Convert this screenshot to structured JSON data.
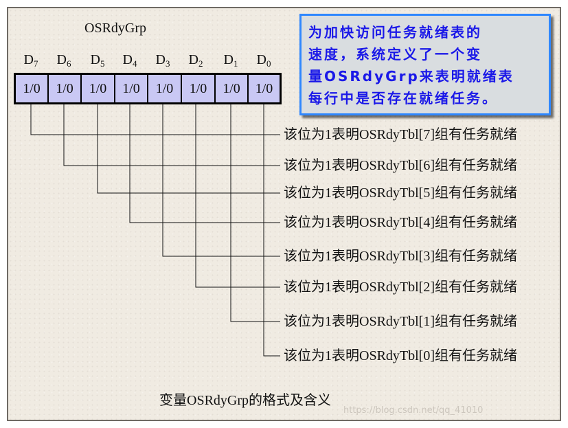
{
  "register": {
    "name": "OSRdyGrp",
    "bits": [
      {
        "label": "D",
        "sub": "7",
        "value": "1/0",
        "desc": "该位为1表明OSRdyTbl[7]组有任务就绪"
      },
      {
        "label": "D",
        "sub": "6",
        "value": "1/0",
        "desc": "该位为1表明OSRdyTbl[6]组有任务就绪"
      },
      {
        "label": "D",
        "sub": "5",
        "value": "1/0",
        "desc": "该位为1表明OSRdyTbl[5]组有任务就绪"
      },
      {
        "label": "D",
        "sub": "4",
        "value": "1/0",
        "desc": "该位为1表明OSRdyTbl[4]组有任务就绪"
      },
      {
        "label": "D",
        "sub": "3",
        "value": "1/0",
        "desc": "该位为1表明OSRdyTbl[3]组有任务就绪"
      },
      {
        "label": "D",
        "sub": "2",
        "value": "1/0",
        "desc": "该位为1表明OSRdyTbl[2]组有任务就绪"
      },
      {
        "label": "D",
        "sub": "1",
        "value": "1/0",
        "desc": "该位为1表明OSRdyTbl[1]组有任务就绪"
      },
      {
        "label": "D",
        "sub": "0",
        "value": "1/0",
        "desc": "该位为1表明OSRdyTbl[0]组有任务就绪"
      }
    ]
  },
  "note": {
    "lines": [
      "为加快访问任务就绪表的",
      "速度，系统定义了一个变",
      "量OSRdyGrp来表明就绪表",
      "每行中是否存在就绪任务。"
    ]
  },
  "caption": "变量OSRdyGrp的格式及含义",
  "watermark": "https://blog.csdn.net/qq_41010"
}
